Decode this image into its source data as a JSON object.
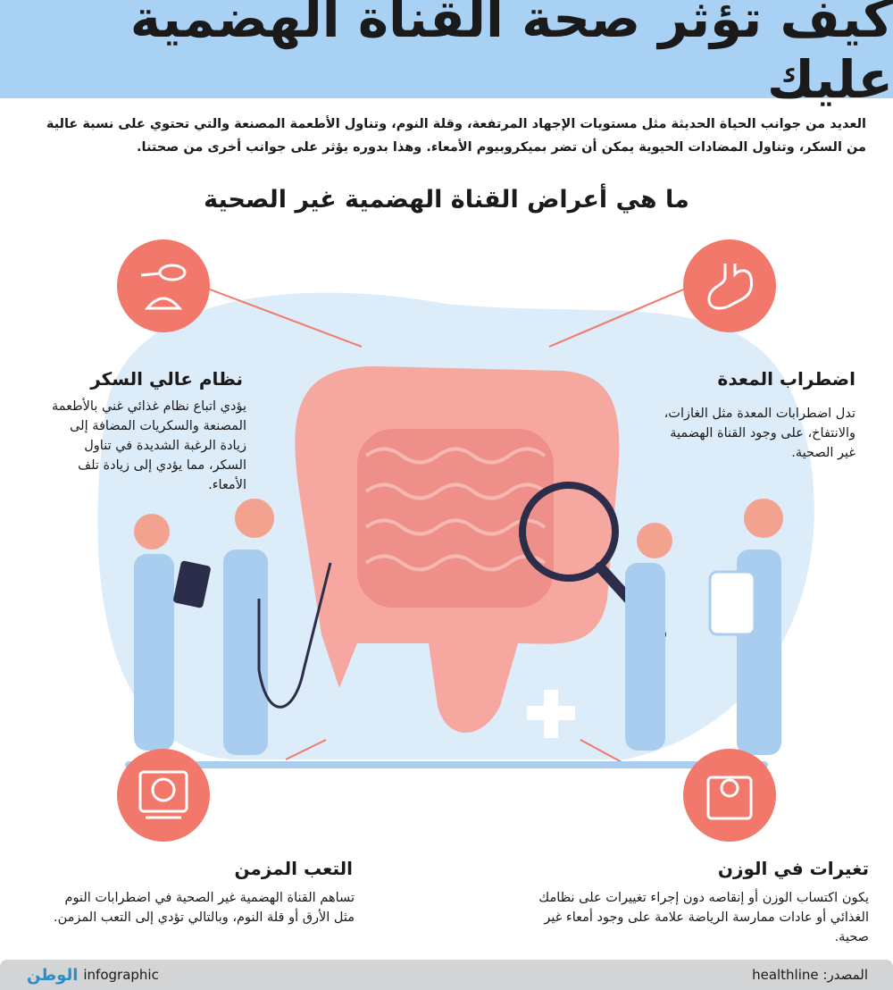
{
  "header": {
    "title": "كيف تؤثر صحة القناة الهضمية عليك"
  },
  "intro": "العديد من جوانب الحياة الحديثة مثل مستويات الإجهاد المرتفعة، وقلة النوم، وتناول الأطعمة المصنعة والتي تحتوي على نسبة عالية من السكر، وتناول المضادات الحيوية يمكن أن تضر بميكروبيوم الأمعاء. وهذا بدوره يؤثر على جوانب أخرى من صحتنا.",
  "subtitle": "ما هي أعراض القناة الهضمية غير الصحية",
  "symptoms": [
    {
      "icon": "sugar-spoon-icon",
      "title": "نظام عالي السكر",
      "body": "يؤدي اتباع نظام غذائي غني بالأطعمة المصنعة والسكريات المضافة إلى زيادة الرغبة الشديدة في تناول السكر، مما يؤدي إلى زيادة تلف الأمعاء."
    },
    {
      "icon": "stomach-icon",
      "title": "اضطراب المعدة",
      "body": "تدل اضطرابات المعدة مثل الغازات، والانتفاخ، على وجود القناة الهضمية غير الصحية."
    },
    {
      "icon": "tired-face-icon",
      "title": "التعب المزمن",
      "body": "تساهم القناة الهضمية غير الصحية في اضطرابات النوم مثل الأرق أو قلة النوم، وبالتالي تؤدي إلى التعب المزمن."
    },
    {
      "icon": "weight-scale-icon",
      "title": "تغيرات في الوزن",
      "body": "يكون اكتساب الوزن أو إنقاصه دون إجراء تغييرات على نظامك الغذائي أو عادات ممارسة الرياضة علامة على وجود أمعاء غير صحية."
    }
  ],
  "footer": {
    "logo": "الوطن",
    "label": "infographic",
    "source": "المصدر: healthline"
  },
  "colors": {
    "header": "#a9d1f4",
    "accent": "#f2786b",
    "blob": "#dcecf9",
    "colon": "#f5a7a0"
  }
}
